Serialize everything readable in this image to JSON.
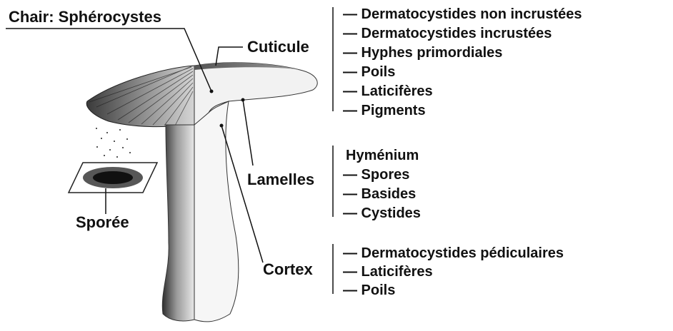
{
  "labels": {
    "chair": "Chair: Sphérocystes",
    "cuticule": "Cuticule",
    "lamelles": "Lamelles",
    "cortex": "Cortex",
    "sporee": "Sporée",
    "hymenium": "Hyménium"
  },
  "cuticule_items": [
    "— Dermatocystides  non incrustées",
    "— Dermatocystides incrustées",
    "— Hyphes primordiales",
    "— Poils",
    "— Laticifères",
    "— Pigments"
  ],
  "lamelles_items": [
    "— Spores",
    "— Basides",
    "— Cystides"
  ],
  "cortex_items": [
    "— Dermatocystides pédiculaires",
    "— Laticifères",
    "— Poils"
  ]
}
